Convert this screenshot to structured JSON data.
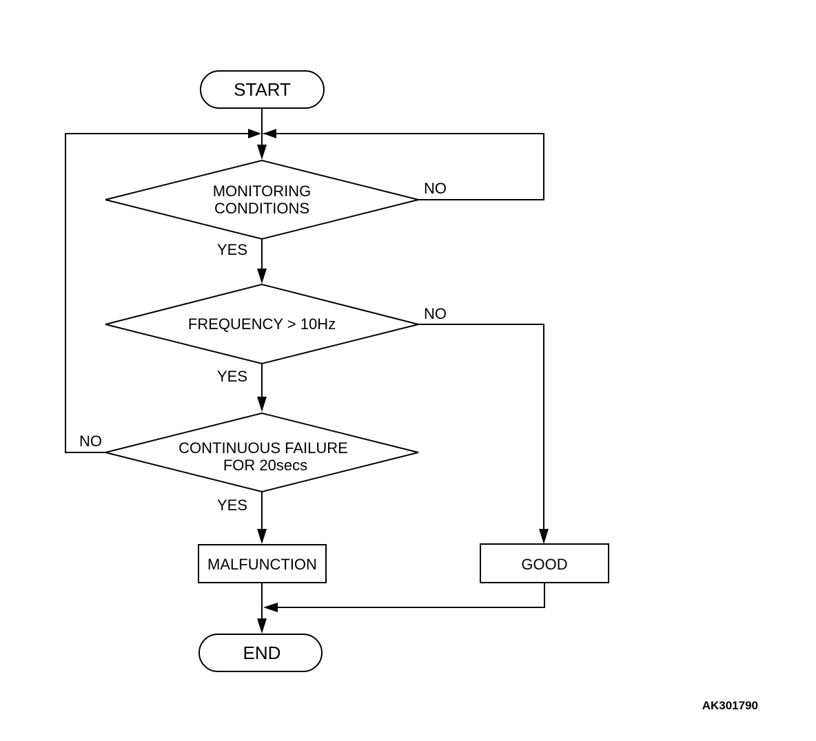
{
  "nodes": {
    "start": "START",
    "monitoring_line1": "MONITORING",
    "monitoring_line2": "CONDITIONS",
    "frequency": "FREQUENCY > 10Hz",
    "continuous_line1": "CONTINUOUS FAILURE",
    "continuous_line2": "FOR 20secs",
    "malfunction": "MALFUNCTION",
    "good": "GOOD",
    "end": "END"
  },
  "edges": {
    "monitoring_no": "NO",
    "monitoring_yes": "YES",
    "frequency_no": "NO",
    "frequency_yes": "YES",
    "continuous_no": "NO",
    "continuous_yes": "YES"
  },
  "reference_code": "AK301790"
}
